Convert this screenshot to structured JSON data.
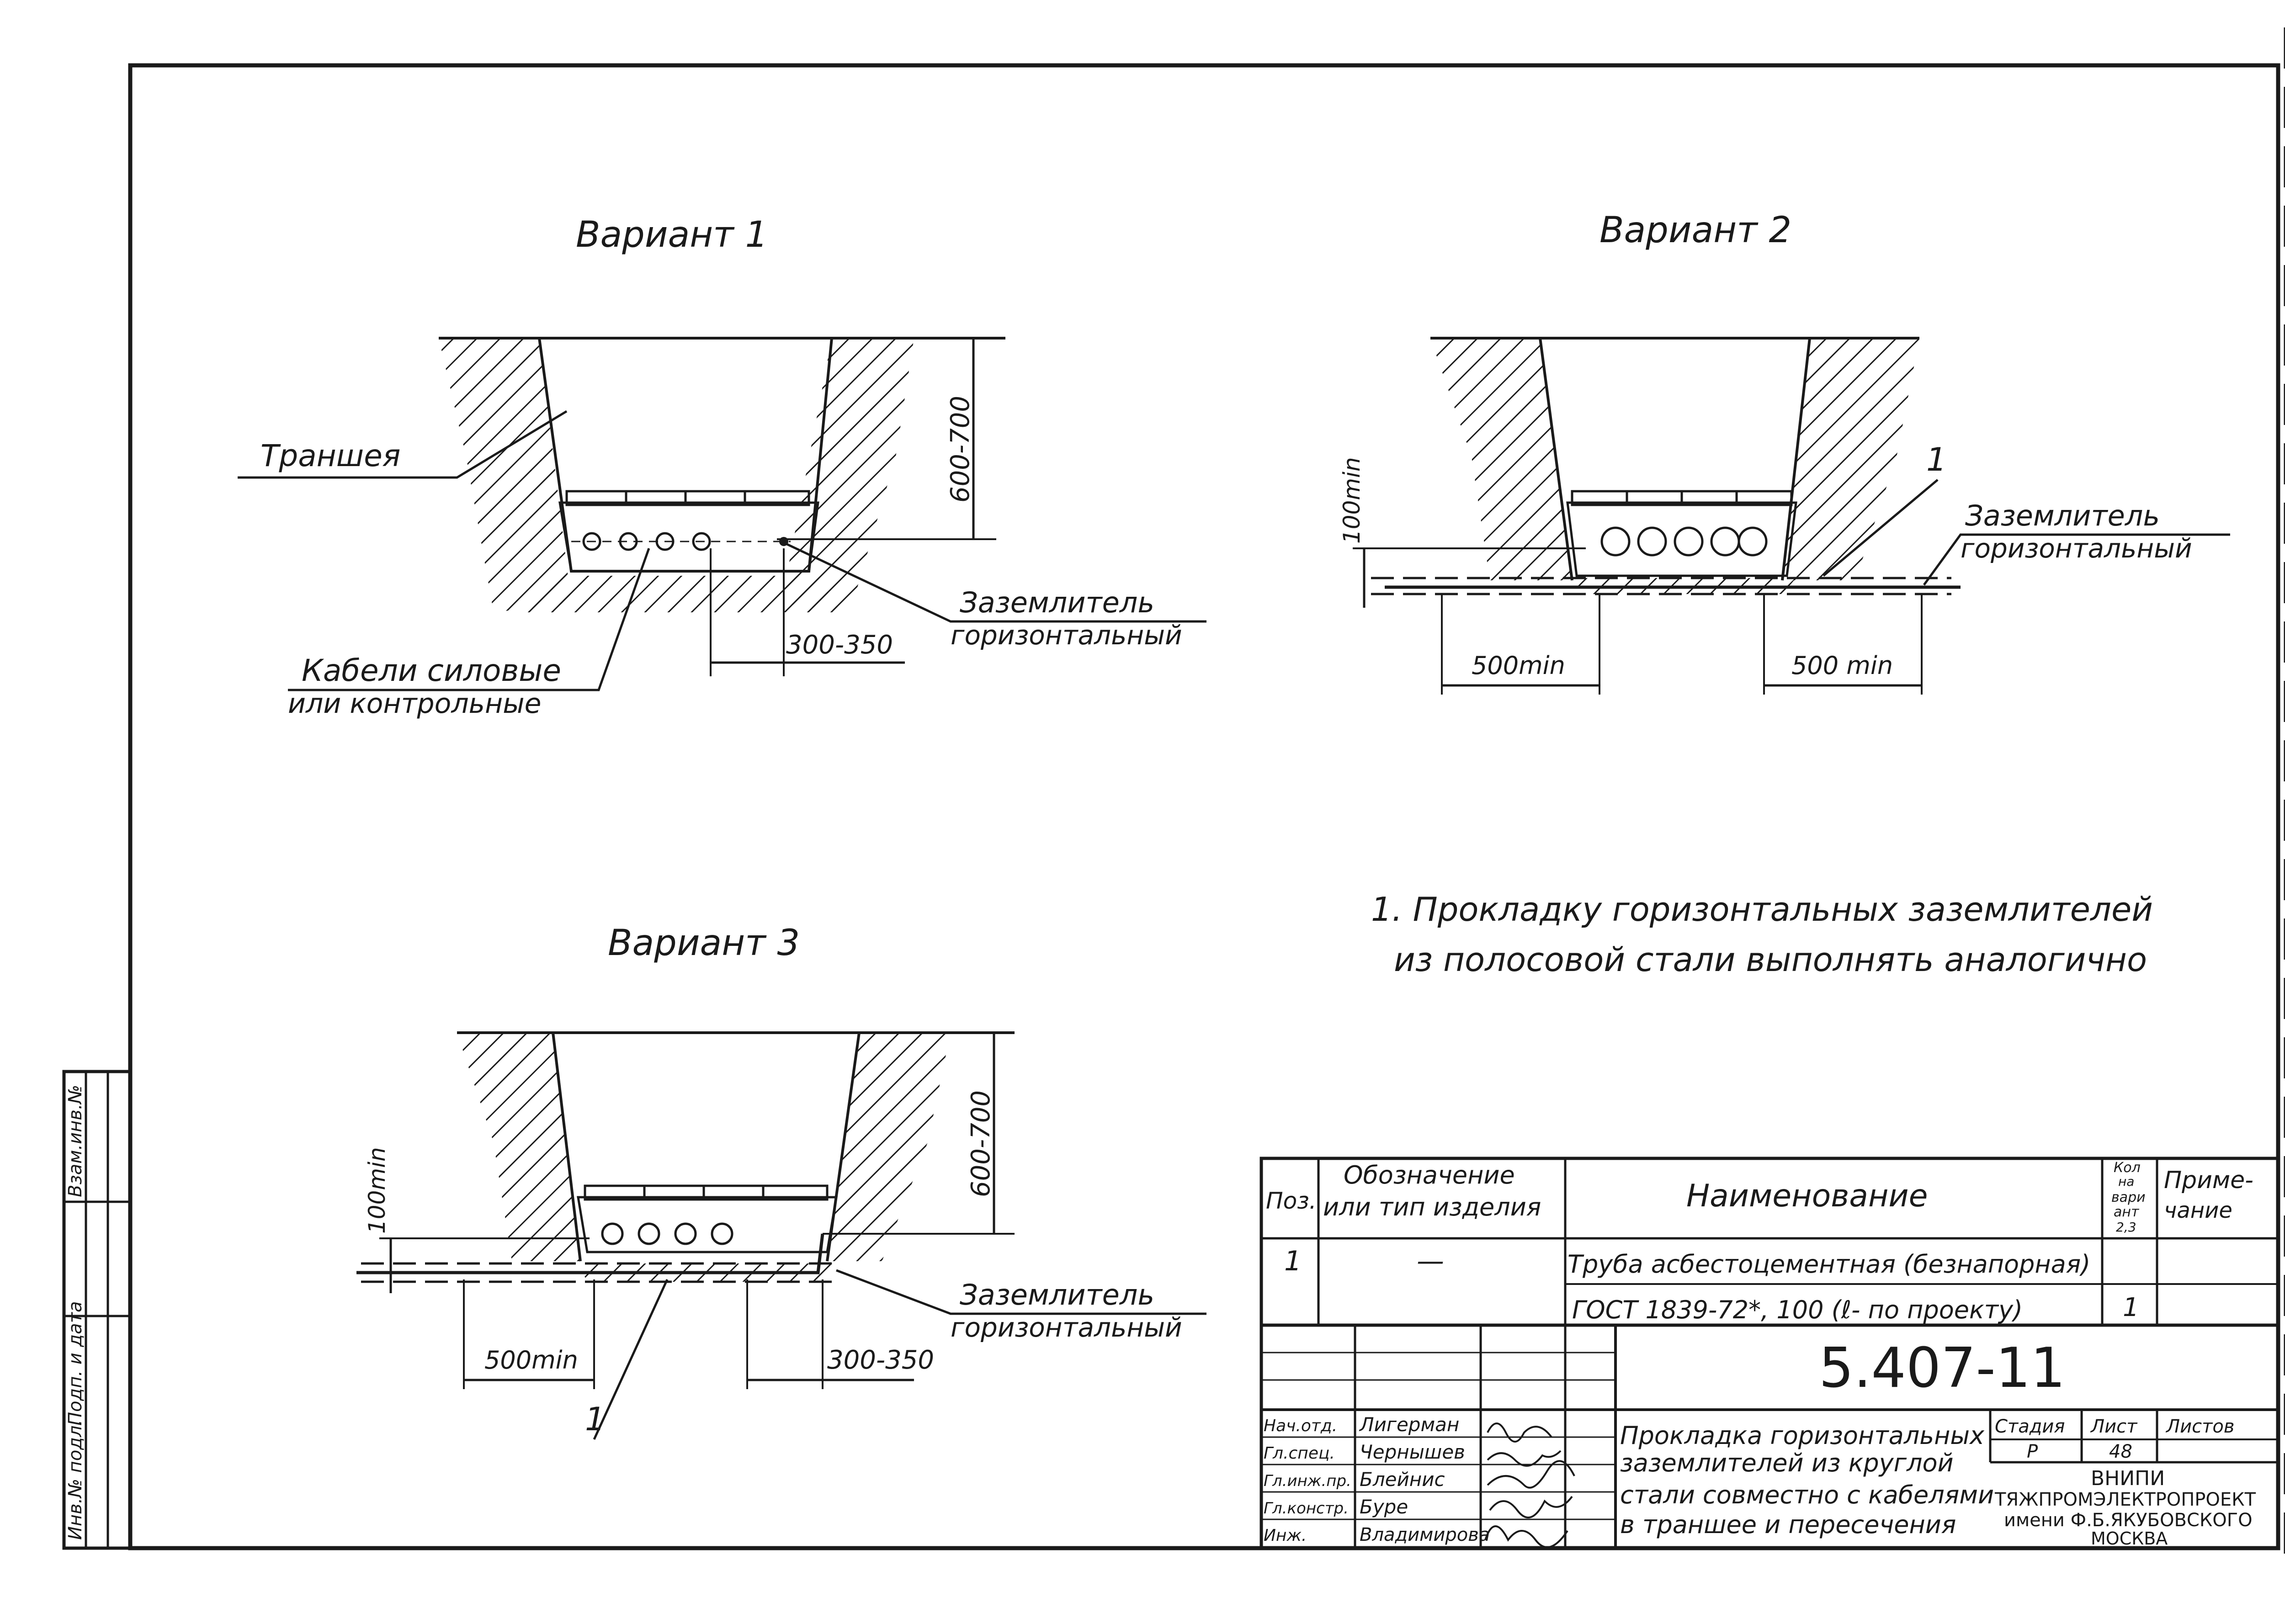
{
  "variants": {
    "v1": {
      "title": "Вариант 1",
      "label_trench": "Траншея",
      "label_cables_1": "Кабели силовые",
      "label_cables_2": "или контрольные",
      "label_electrode_1": "Заземлитель",
      "label_electrode_2": "горизонтальный",
      "dim_depth": "600-700",
      "dim_offset": "300-350"
    },
    "v2": {
      "title": "Вариант 2",
      "label_pos": "1",
      "label_electrode_1": "Заземлитель",
      "label_electrode_2": "горизонтальный",
      "dim_vertical": "100min",
      "dim_left": "500min",
      "dim_right": "500 min"
    },
    "v3": {
      "title": "Вариант 3",
      "label_pos": "1",
      "label_electrode_1": "Заземлитель",
      "label_electrode_2": "горизонтальный",
      "dim_depth": "600-700",
      "dim_vertical": "100min",
      "dim_left": "500min",
      "dim_offset": "300-350"
    }
  },
  "note": {
    "line1": "1. Прокладку горизонтальных заземлителей",
    "line2": "из полосовой стали выполнять аналогично"
  },
  "spec_table": {
    "headers": {
      "pos": "Поз.",
      "designation_1": "Обозначение",
      "designation_2": "или тип изделия",
      "name": "Наименование",
      "qty_1": "Кол",
      "qty_2": "на",
      "qty_3": "вари",
      "qty_4": "ант",
      "qty_5": "2,3",
      "note_1": "Приме-",
      "note_2": "чание"
    },
    "rows": [
      {
        "pos": "1",
        "designation": "—",
        "name": "Труба асбестоцементная (безнапорная)",
        "qty": ""
      },
      {
        "pos": "",
        "designation": "",
        "name": "ГОСТ 1839-72*, 100 (ℓ- по проекту)",
        "qty": "1"
      }
    ]
  },
  "title_block": {
    "doc_code": "5.407-11",
    "title_1": "Прокладка горизонтальных",
    "title_2": "заземлителей из круглой",
    "title_3": "стали совместно с кабелями",
    "title_4": "в траншее и пересечения",
    "stage_label": "Стадия",
    "sheet_label": "Лист",
    "sheets_label": "Листов",
    "stage": "Р",
    "sheet": "48",
    "org_1": "ВНИПИ",
    "org_2": "ТЯЖПРОМЭЛЕКТРОПРОЕКТ",
    "org_3": "имени Ф.Б.ЯКУБОВСКОГО",
    "org_4": "МОСКВА",
    "signatures": [
      {
        "role": "Нач.отд.",
        "name": "Лигерман"
      },
      {
        "role": "Гл.спец.",
        "name": "Чернышев"
      },
      {
        "role": "Гл.инж.пр.",
        "name": "Блейнис"
      },
      {
        "role": "Гл.констр.",
        "name": "Буре"
      },
      {
        "role": "Инж.",
        "name": "Владимирова"
      }
    ]
  },
  "side_stamp": {
    "col1": "Инв.№ подл.",
    "col2": "Подп. и дата",
    "col3": "Взам.инв.№"
  }
}
